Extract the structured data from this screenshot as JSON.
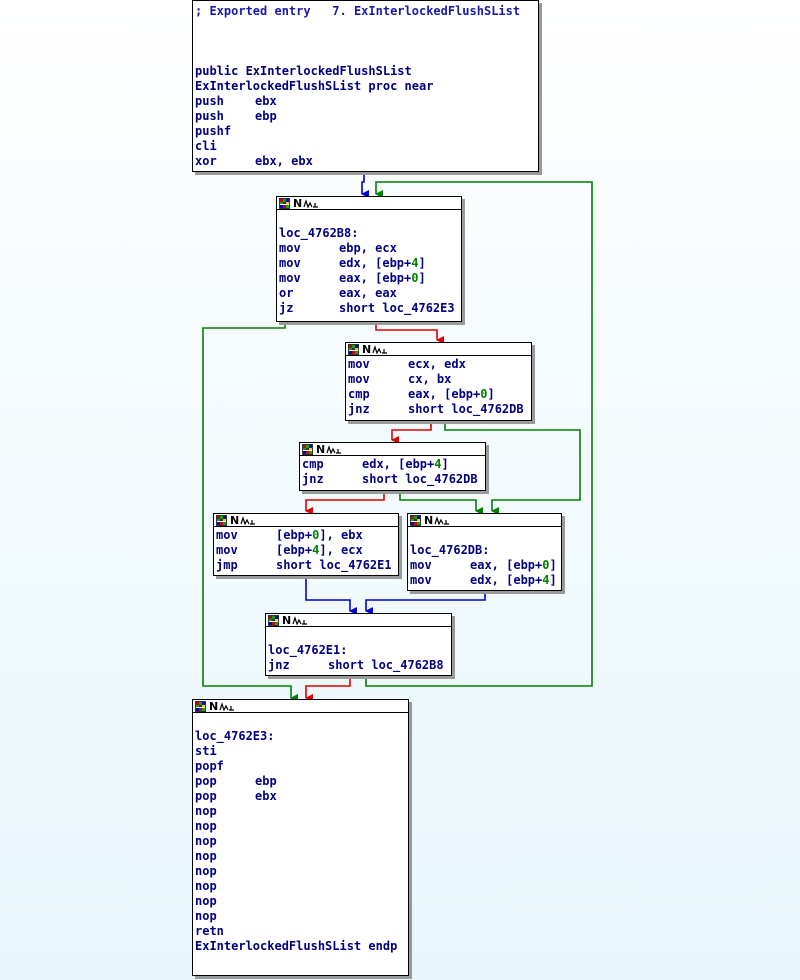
{
  "blocks": {
    "entry": {
      "header_comment": "; Exported entry   7. ExInterlockedFlushSList",
      "lines": [
        {
          "label": "public ExInterlockedFlushSList"
        },
        {
          "label": "ExInterlockedFlushSList proc near"
        },
        {
          "mn": "push",
          "op": "ebx"
        },
        {
          "mn": "push",
          "op": "ebp"
        },
        {
          "mn": "pushf",
          "op": ""
        },
        {
          "mn": "cli",
          "op": ""
        },
        {
          "mn": "xor",
          "op": "ebx, ebx"
        }
      ]
    },
    "loop": {
      "label": "loc_4762B8:",
      "lines": [
        {
          "mn": "mov",
          "op": "ebp, ecx"
        },
        {
          "mn": "mov",
          "op_pre": "edx, [ebp+",
          "num": "4",
          "op_post": "]"
        },
        {
          "mn": "mov",
          "op_pre": "eax, [ebp+",
          "num": "0",
          "op_post": "]"
        },
        {
          "mn": "or",
          "op": "eax, eax"
        },
        {
          "mn": "jz",
          "op": "short loc_4762E3"
        }
      ]
    },
    "cmp1": {
      "lines": [
        {
          "mn": "mov",
          "op": "ecx, edx"
        },
        {
          "mn": "mov",
          "op": "cx, bx"
        },
        {
          "mn": "cmp",
          "op_pre": "eax, [ebp+",
          "num": "0",
          "op_post": "]"
        },
        {
          "mn": "jnz",
          "op": "short loc_4762DB"
        }
      ]
    },
    "cmp2": {
      "lines": [
        {
          "mn": "cmp",
          "op_pre": "edx, [ebp+",
          "num": "4",
          "op_post": "]"
        },
        {
          "mn": "jnz",
          "op": "short loc_4762DB"
        }
      ]
    },
    "store": {
      "lines": [
        {
          "mn": "mov",
          "op_pre": "[ebp+",
          "num": "0",
          "op_post": "], ebx"
        },
        {
          "mn": "mov",
          "op_pre": "[ebp+",
          "num": "4",
          "op_post": "], ecx"
        },
        {
          "mn": "jmp",
          "op": "short loc_4762E1"
        }
      ]
    },
    "reload": {
      "label": "loc_4762DB:",
      "lines": [
        {
          "mn": "mov",
          "op_pre": "eax, [ebp+",
          "num": "0",
          "op_post": "]"
        },
        {
          "mn": "mov",
          "op_pre": "edx, [ebp+",
          "num": "4",
          "op_post": "]"
        }
      ]
    },
    "retry": {
      "label": "loc_4762E1:",
      "lines": [
        {
          "mn": "jnz",
          "op": "short loc_4762B8"
        }
      ]
    },
    "exit": {
      "label": "loc_4762E3:",
      "lines": [
        {
          "mn": "sti",
          "op": ""
        },
        {
          "mn": "popf",
          "op": ""
        },
        {
          "mn": "pop",
          "op": "ebp"
        },
        {
          "mn": "pop",
          "op": "ebx"
        },
        {
          "mn": "nop",
          "op": ""
        },
        {
          "mn": "nop",
          "op": ""
        },
        {
          "mn": "nop",
          "op": ""
        },
        {
          "mn": "nop",
          "op": ""
        },
        {
          "mn": "nop",
          "op": ""
        },
        {
          "mn": "nop",
          "op": ""
        },
        {
          "mn": "nop",
          "op": ""
        },
        {
          "mn": "nop",
          "op": ""
        },
        {
          "mn": "retn",
          "op": ""
        },
        {
          "label": "ExInterlockedFlushSList endp"
        }
      ]
    }
  },
  "node_header": {
    "letter": "N"
  },
  "colors": {
    "edge_true": "#008000",
    "edge_false": "#e00000",
    "edge_uncond": "#0000cc",
    "code": "#000080",
    "immediate": "#008000"
  }
}
